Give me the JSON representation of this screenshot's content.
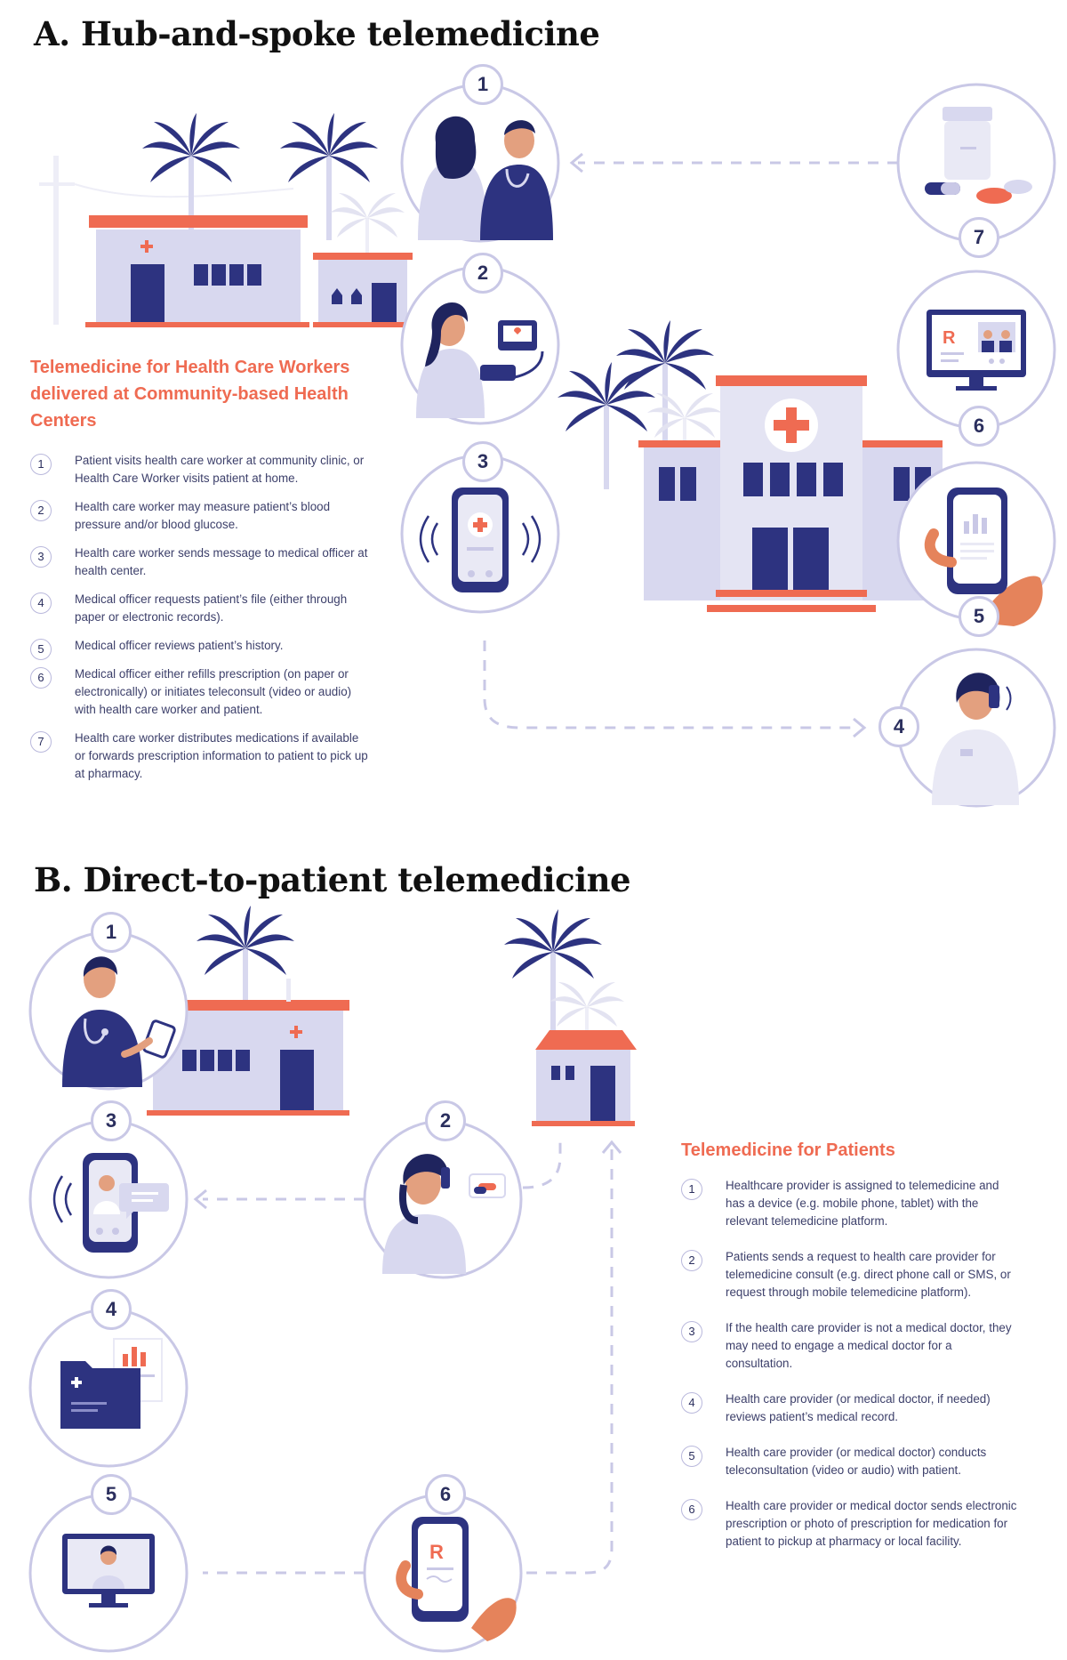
{
  "colors": {
    "navy": "#2d3380",
    "lavender": "#d8d8ef",
    "light_lavender": "#e9e9f5",
    "ring": "#c9c8e6",
    "coral": "#ef6b52",
    "orange_hand": "#e5835b",
    "dash": "#c9c8e6"
  },
  "section_a": {
    "title": "A. Hub-and-spoke telemedicine",
    "heading": "Telemedicine for Health Care Workers delivered at Community-based Health Centers",
    "steps": [
      {
        "num": "1",
        "text": "Patient visits health care worker at community clinic, or Health Care Worker visits patient at home."
      },
      {
        "num": "2",
        "text": "Health care worker may measure patient’s blood pressure and/or blood glucose."
      },
      {
        "num": "3",
        "text": "Health care worker sends message to medical officer at health center."
      },
      {
        "num": "4",
        "text": "Medical officer requests patient’s file (either through paper or electronic records)."
      },
      {
        "num": "5",
        "text": "Medical officer reviews patient’s history."
      },
      {
        "num": "6",
        "text": "Medical officer either refills prescription (on paper or electronically) or initiates teleconsult (video or audio) with health care worker and patient."
      },
      {
        "num": "7",
        "text": "Health care worker distributes medications if available or forwards prescription information to patient to pick up at pharmacy."
      }
    ],
    "badges": [
      "1",
      "2",
      "3",
      "4",
      "5",
      "6",
      "7"
    ],
    "icons": [
      "consultation-icon",
      "blood-pressure-icon",
      "phone-message-icon",
      "doctor-on-phone-icon",
      "phone-chart-icon",
      "video-prescription-icon",
      "medication-icon"
    ]
  },
  "section_b": {
    "title": "B. Direct-to-patient telemedicine",
    "heading": "Telemedicine for Patients",
    "steps": [
      {
        "num": "1",
        "text": "Healthcare provider is assigned to telemedicine and has a device (e.g. mobile phone, tablet) with the relevant telemedicine platform."
      },
      {
        "num": "2",
        "text": "Patients sends a request to health care provider for telemedicine consult (e.g. direct phone call or SMS, or request through mobile telemedicine platform)."
      },
      {
        "num": "3",
        "text": "If the health care provider is not a medical doctor, they may need to engage a medical doctor for a consultation."
      },
      {
        "num": "4",
        "text": "Health care provider (or medical doctor, if needed) reviews patient’s medical record."
      },
      {
        "num": "5",
        "text": "Health care provider (or medical doctor) conducts teleconsultation (video or audio) with patient."
      },
      {
        "num": "6",
        "text": "Health care provider or medical doctor sends electronic prescription or photo of prescription for medication for patient to pickup at pharmacy or local facility."
      }
    ],
    "badges": [
      "1",
      "2",
      "3",
      "4",
      "5",
      "6"
    ],
    "icons": [
      "provider-with-tablet-icon",
      "patient-on-phone-icon",
      "phone-video-chat-icon",
      "medical-record-folder-icon",
      "monitor-video-icon",
      "phone-prescription-icon"
    ]
  }
}
